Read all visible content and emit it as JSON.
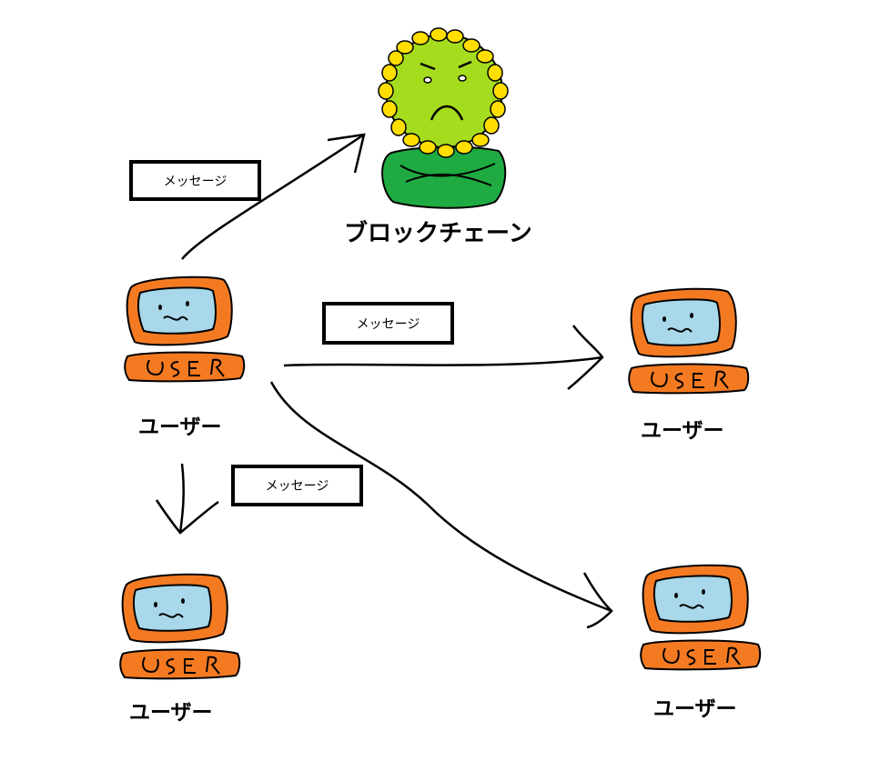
{
  "blockchain": {
    "label": "ブロックチェーン"
  },
  "users": [
    {
      "id": "sender",
      "label": "ユーザー",
      "badge": "USER"
    },
    {
      "id": "recipient-right",
      "label": "ユーザー",
      "badge": "USER"
    },
    {
      "id": "recipient-bottom-left",
      "label": "ユーザー",
      "badge": "USER"
    },
    {
      "id": "recipient-bottom-right",
      "label": "ユーザー",
      "badge": "USER"
    }
  ],
  "messages": [
    {
      "label": "メッセージ",
      "to": "blockchain"
    },
    {
      "label": "メッセージ",
      "to": "recipient-right"
    },
    {
      "label": "メッセージ",
      "to": "recipient-bottom-left"
    }
  ],
  "colors": {
    "computer_body": "#f47a22",
    "screen": "#a8d8ea",
    "face_green": "#a6dc1e",
    "beard_yellow": "#ffde00",
    "arms_green": "#1fab42",
    "ink": "#000000"
  }
}
